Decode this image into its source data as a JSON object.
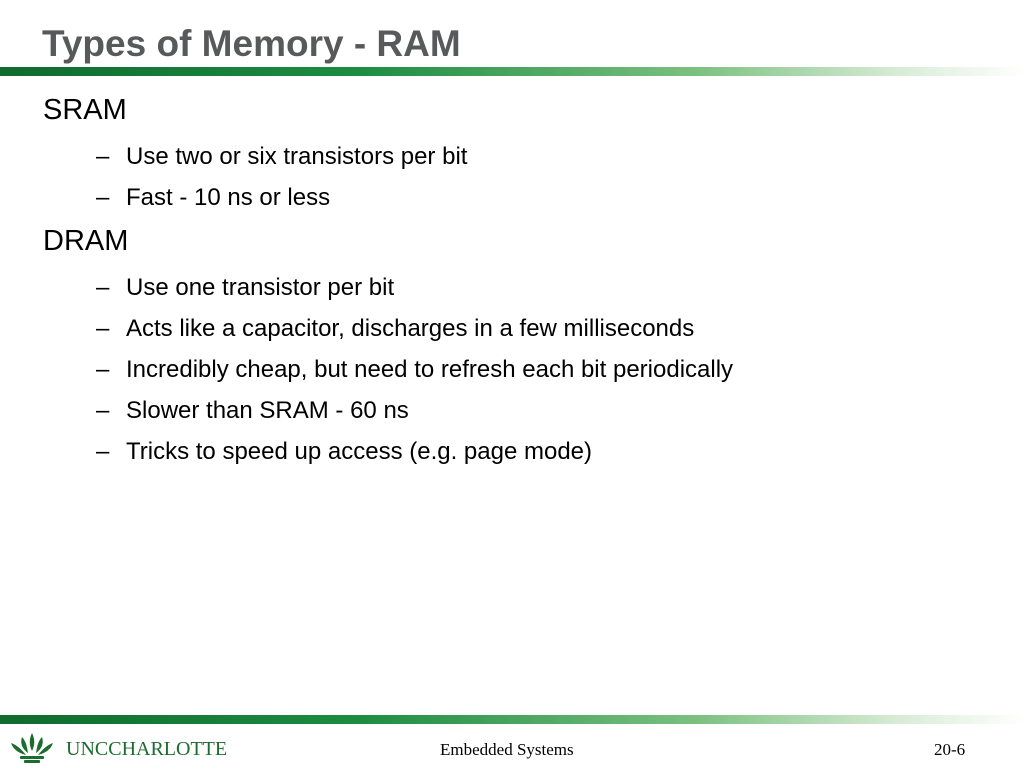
{
  "slide": {
    "title": "Types of Memory - RAM"
  },
  "sections": [
    {
      "heading": "SRAM",
      "bullets": [
        "Use two or six transistors per bit",
        "Fast - 10 ns or less"
      ]
    },
    {
      "heading": "DRAM",
      "bullets": [
        "Use one transistor per bit",
        "Acts like a capacitor, discharges in a few milliseconds",
        "Incredibly cheap, but need to refresh each bit periodically",
        "Slower than SRAM - 60 ns",
        "Tricks to speed up access (e.g. page mode)"
      ]
    }
  ],
  "bullet_marker": "–",
  "footer": {
    "logo_text": "UNCCHARLOTTE",
    "center_text": "Embedded Systems",
    "page_number": "20-6"
  },
  "colors": {
    "title": "#58595b",
    "accent_dark": "#0f6b2e",
    "accent_light": "#d9ecd7",
    "logo": "#1c6b2f"
  },
  "icons": {
    "logo_mark": "crown-leaf-logo-icon"
  }
}
